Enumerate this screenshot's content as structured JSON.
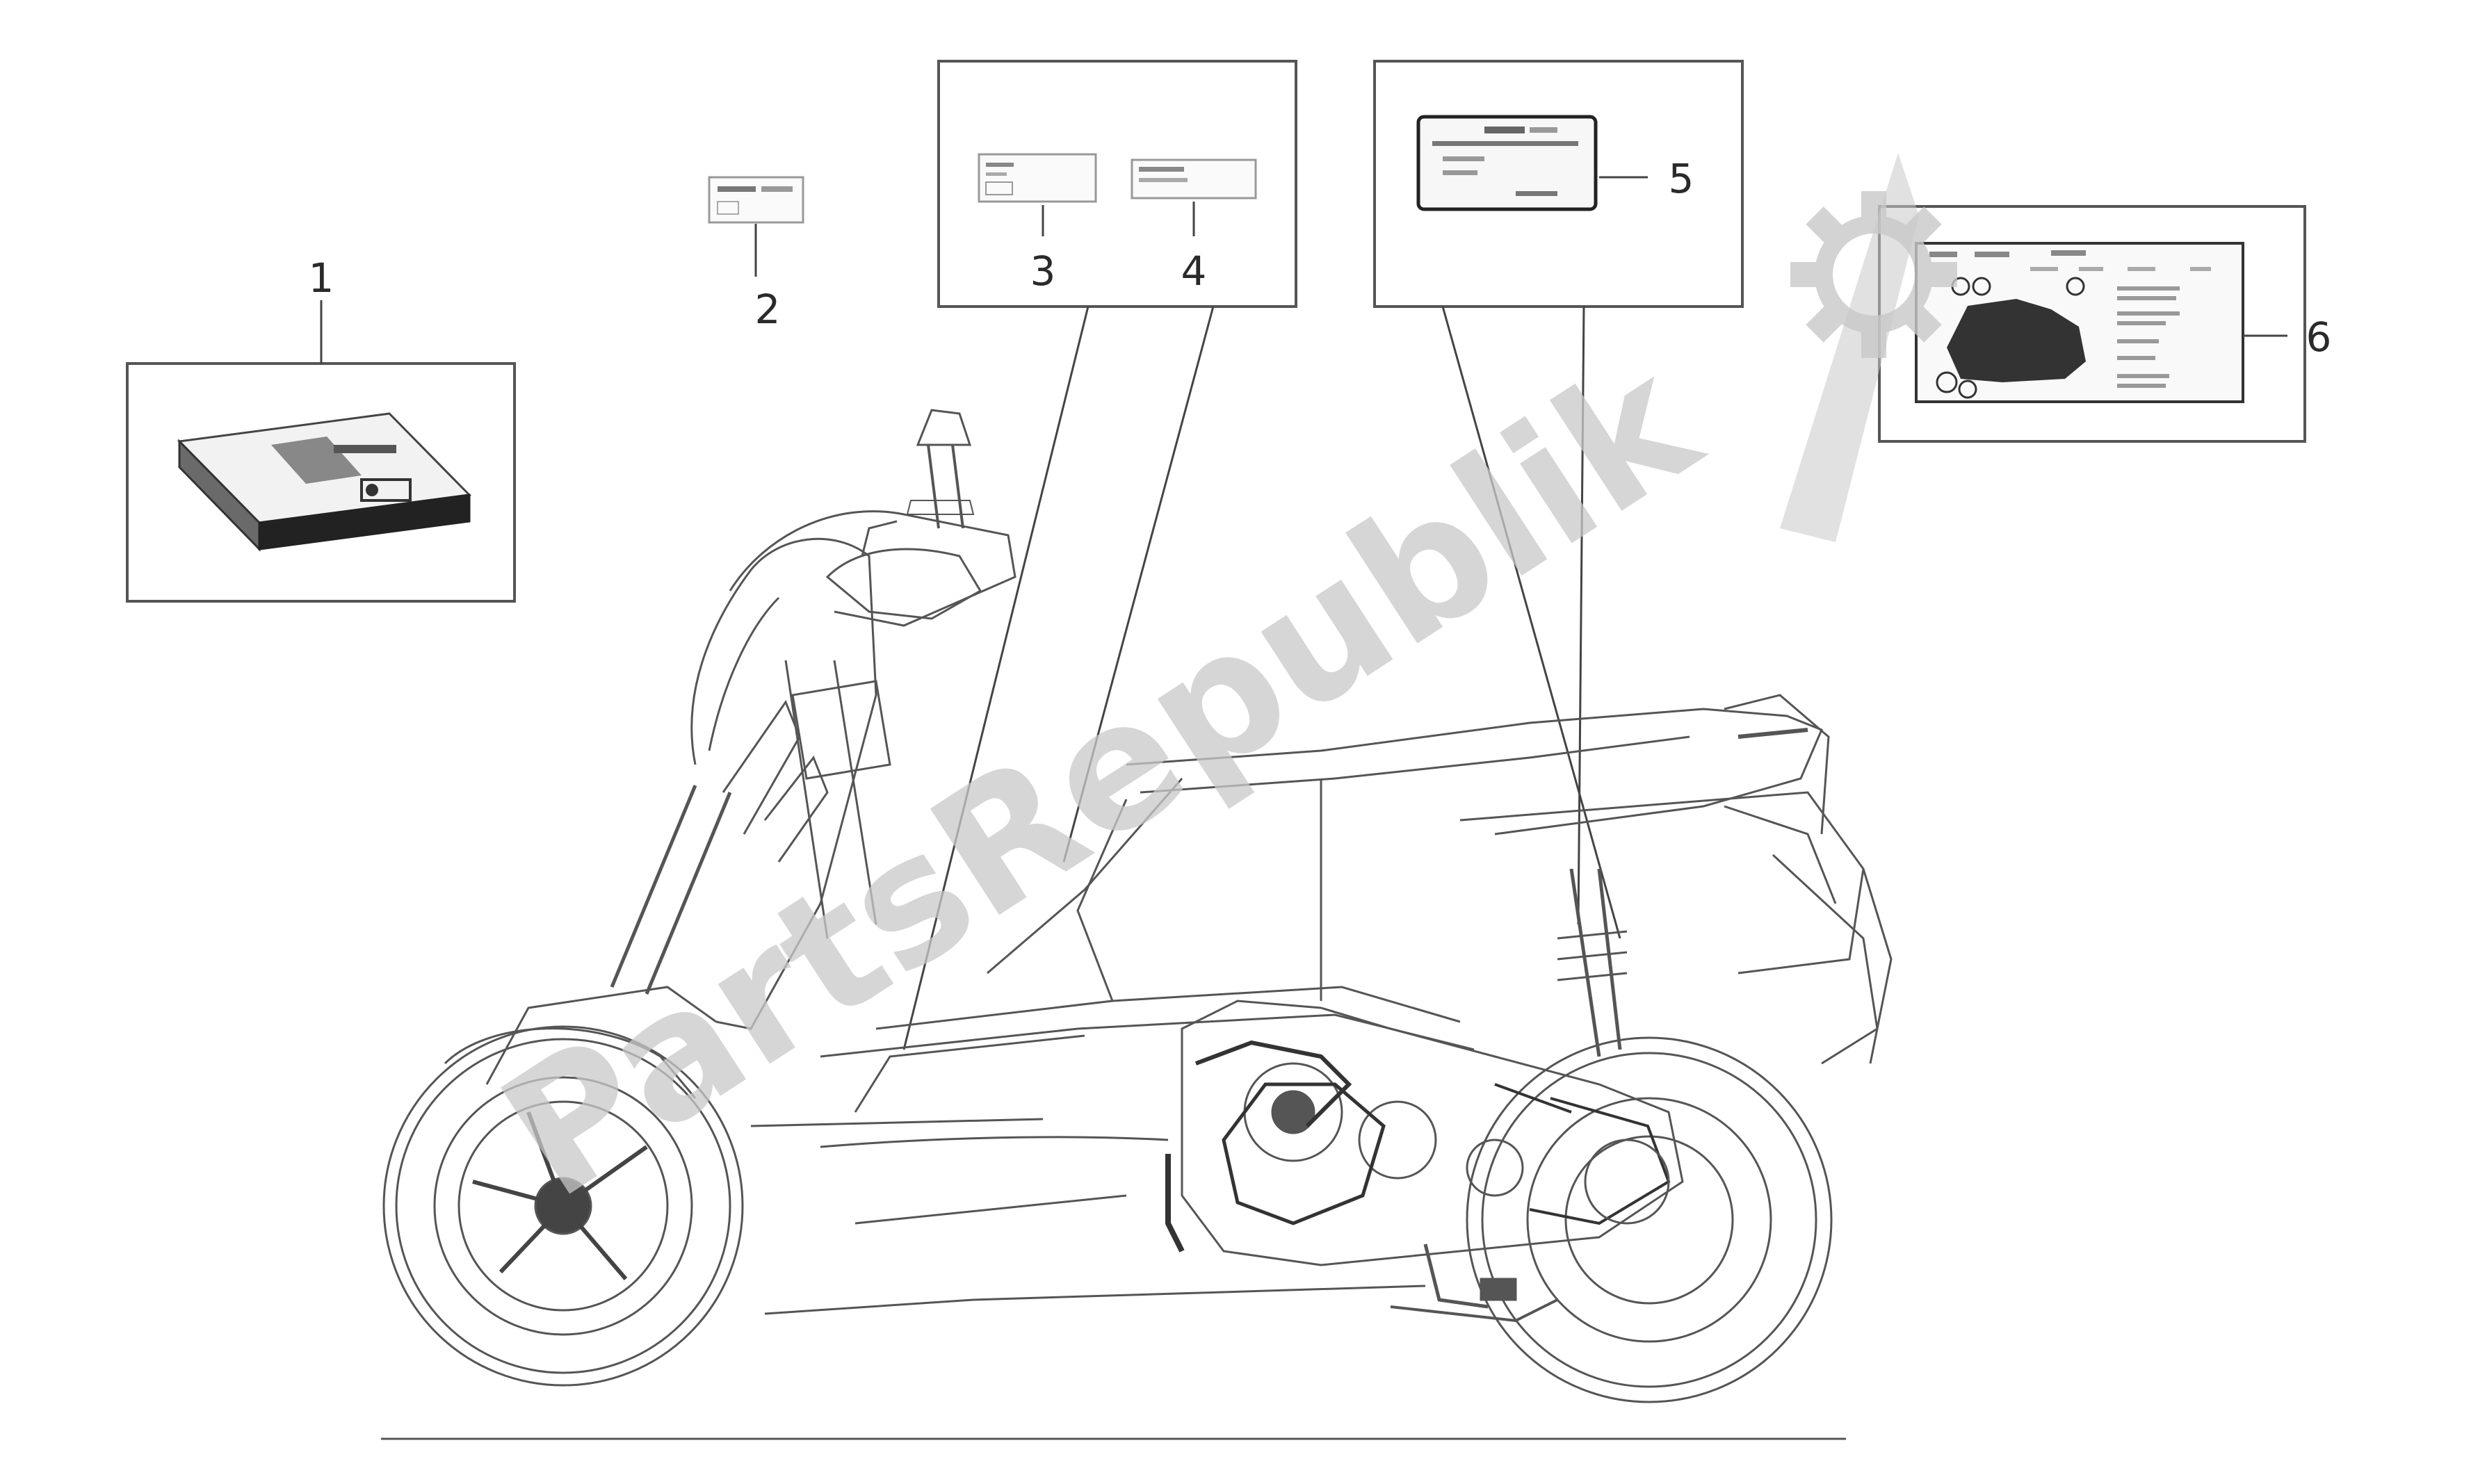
{
  "diagram": {
    "callouts": [
      {
        "id": "1",
        "label": "1"
      },
      {
        "id": "2",
        "label": "2"
      },
      {
        "id": "3",
        "label": "3"
      },
      {
        "id": "4",
        "label": "4"
      },
      {
        "id": "5",
        "label": "5"
      },
      {
        "id": "6",
        "label": "6"
      }
    ]
  },
  "watermark": {
    "text": "PartsRepublik"
  },
  "colors": {
    "line": "#4a4a4a",
    "watermark": "#c9c9c9",
    "background": "#ffffff"
  }
}
